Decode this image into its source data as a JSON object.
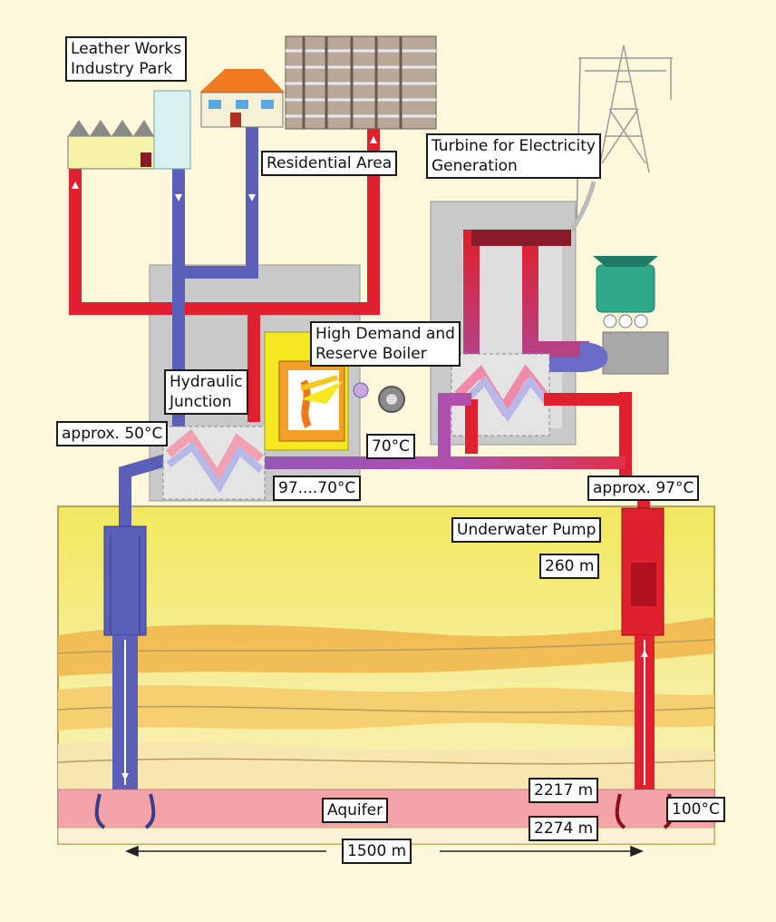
{
  "labels": {
    "leather_works": "Leather Works\nIndustry Park",
    "residential": "Residential Area",
    "turbine": "Turbine for Electricity\nGeneration",
    "boiler": "High Demand and\nReserve Boiler",
    "hydraulic": "Hydraulic\nJunction",
    "t50": "approx. 50°C",
    "t70": "70°C",
    "t97_70": "97....70°C",
    "t97": "approx. 97°C",
    "pump": "Underwater Pump",
    "d260": "260 m",
    "aquifer": "Aquifer",
    "d2217": "2217 m",
    "d2274": "2274 m",
    "t100": "100°C",
    "d1500": "1500 m"
  },
  "colors": {
    "background": "#fdf8dc",
    "hot_pipe": "#e0202e",
    "cold_pipe": "#5a60b8",
    "mixed_pipe": "#a24bb0",
    "ground_top": "#f3ea6a",
    "aquifer": "#f4a4a8",
    "building_grey": "#c9c9c9"
  }
}
